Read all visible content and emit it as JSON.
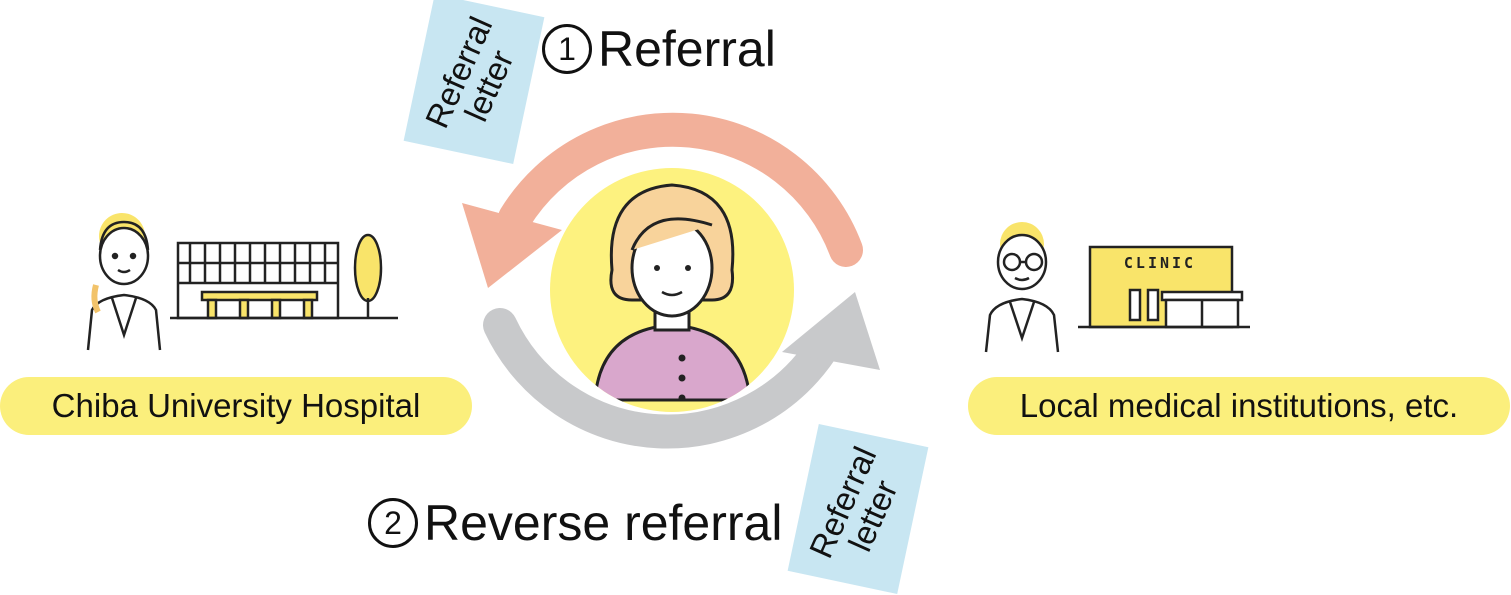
{
  "referral": {
    "number": "1",
    "label": "Referral"
  },
  "reverse_referral": {
    "number": "2",
    "label": "Reverse referral"
  },
  "referral_letter": {
    "line1": "Referral",
    "line2": "letter"
  },
  "left": {
    "label": "Chiba University Hospital"
  },
  "right": {
    "label": "Local medical institutions, etc.",
    "sign": "CLINIC"
  },
  "colors": {
    "referral_arrow": "#f2b09a",
    "reverse_arrow": "#c8c9cb",
    "pill": "#fbef7c",
    "patient_circle": "#fdf27f",
    "letter_bg": "#c8e6f2"
  }
}
